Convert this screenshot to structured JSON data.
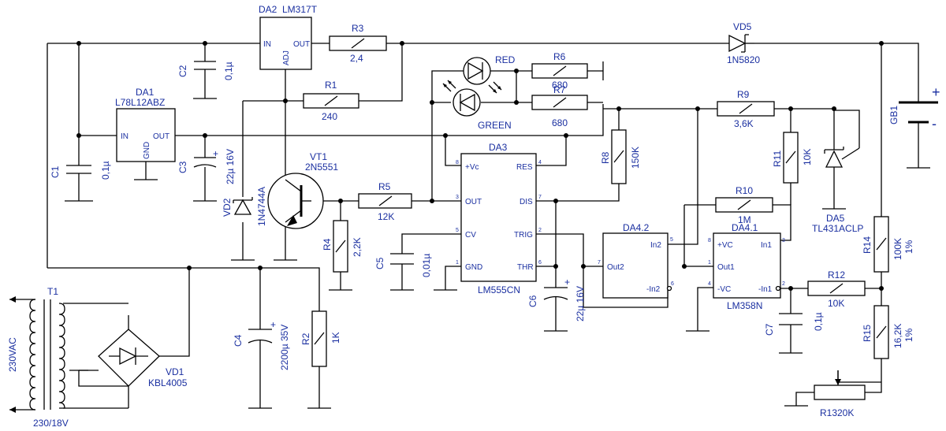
{
  "components": {
    "da2": {
      "ref": "DA2",
      "part": "LM317T",
      "pin_in": "IN",
      "pin_out": "OUT",
      "pin_adj": "ADJ"
    },
    "r3": {
      "ref": "R3",
      "value": "2,4"
    },
    "vd5": {
      "ref": "VD5",
      "part": "1N5820"
    },
    "c2": {
      "ref": "C2",
      "value": "0,1µ"
    },
    "da1": {
      "ref": "DA1",
      "part": "L78L12ABZ",
      "pin_in": "IN",
      "pin_gnd": "GND",
      "pin_out": "OUT"
    },
    "c1": {
      "ref": "C1",
      "value": "0,1µ"
    },
    "c3": {
      "ref": "C3",
      "value": "22µ 16V"
    },
    "vd2": {
      "ref": "VD2",
      "part": "1N4744A"
    },
    "r1": {
      "ref": "R1",
      "value": "240"
    },
    "vt1": {
      "ref": "VT1",
      "part": "2N5551"
    },
    "r5": {
      "ref": "R5",
      "value": "12K"
    },
    "r4": {
      "ref": "R4",
      "value": "2,2K"
    },
    "c5": {
      "ref": "C5",
      "value": "0,01µ"
    },
    "led_red": {
      "label": "RED"
    },
    "led_green": {
      "label": "GREEN"
    },
    "r6": {
      "ref": "R6",
      "value": "680"
    },
    "r7": {
      "ref": "R7",
      "value": "680"
    },
    "da3": {
      "ref": "DA3",
      "part": "LM555CN",
      "pins": {
        "vcc": "+Vc",
        "out": "OUT",
        "cv": "CV",
        "gnd": "GND",
        "res": "RES",
        "dis": "DIS",
        "trig": "TRIG",
        "thr": "THR"
      },
      "nums": {
        "vcc": "8",
        "out": "3",
        "cv": "5",
        "gnd": "1",
        "res": "4",
        "dis": "7",
        "trig": "2",
        "thr": "6"
      }
    },
    "r8": {
      "ref": "R8",
      "value": "150K"
    },
    "r9": {
      "ref": "R9",
      "value": "3,6K"
    },
    "r11": {
      "ref": "R11",
      "value": "10K"
    },
    "da5": {
      "ref": "DA5",
      "part": "TL431ACLP"
    },
    "gb1": {
      "ref": "GB1",
      "plus": "+",
      "minus": "-"
    },
    "r10": {
      "ref": "R10",
      "value": "1M"
    },
    "da42": {
      "ref": "DA4.2",
      "pin_out": "Out2",
      "pin_inp": "In2",
      "pin_inm": "-In2",
      "n_out": "7",
      "n_inp": "5",
      "n_inm": "6"
    },
    "da41": {
      "ref": "DA4.1",
      "part": "LM358N",
      "pin_vc": "+VC",
      "pin_out": "Out1",
      "pin_vee": "-VC",
      "pin_inp": "In1",
      "pin_inm": "-In1",
      "n_vc": "8",
      "n_out": "1",
      "n_vee": "4",
      "n_inp": "3",
      "n_inm": "2"
    },
    "r14": {
      "ref": "R14",
      "value": "100K",
      "tol": "1%"
    },
    "r12": {
      "ref": "R12",
      "value": "10K"
    },
    "c7": {
      "ref": "C7",
      "value": "0,1µ"
    },
    "r15": {
      "ref": "R15",
      "value": "16,2K",
      "tol": "1%"
    },
    "r13": {
      "ref": "R13",
      "value": "20K"
    },
    "c6": {
      "ref": "C6",
      "value": "22µ 16V"
    },
    "c4": {
      "ref": "C4",
      "value": "2200µ 35V"
    },
    "r2": {
      "ref": "R2",
      "value": "1K"
    },
    "t1": {
      "ref": "T1",
      "primary": "230VAC",
      "ratio": "230/18V"
    },
    "vd1": {
      "ref": "VD1",
      "part": "KBL4005"
    }
  }
}
